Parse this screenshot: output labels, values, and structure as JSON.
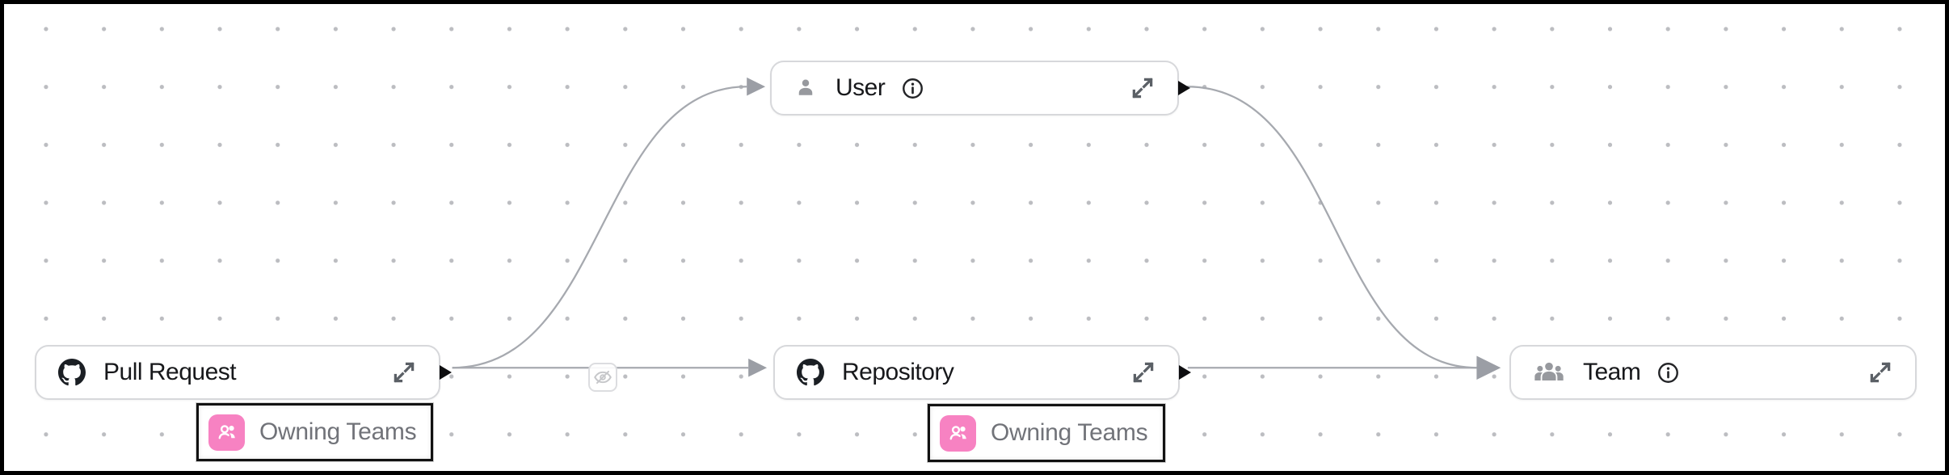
{
  "canvas": {
    "background": "#ffffff",
    "frame_color": "#000000",
    "grid_dot_color": "#bcbdc1"
  },
  "nodes": [
    {
      "id": "pull-request",
      "label": "Pull Request",
      "icon": "github-icon",
      "has_info": false,
      "has_expand": true
    },
    {
      "id": "user",
      "label": "User",
      "icon": "user-icon",
      "has_info": true,
      "has_expand": true
    },
    {
      "id": "repository",
      "label": "Repository",
      "icon": "github-icon",
      "has_info": false,
      "has_expand": true
    },
    {
      "id": "team",
      "label": "Team",
      "icon": "team-icon",
      "has_info": true,
      "has_expand": true
    }
  ],
  "edge_labels": [
    {
      "label": "Owning Teams",
      "icon": "owning-teams-icon",
      "icon_bg": "#f782c2",
      "attached_to": "pull-request"
    },
    {
      "label": "Owning Teams",
      "icon": "owning-teams-icon",
      "icon_bg": "#f782c2",
      "attached_to": "repository"
    }
  ],
  "edges": [
    {
      "from": "pull-request",
      "to": "user",
      "shape": "curve"
    },
    {
      "from": "pull-request",
      "to": "repository",
      "shape": "straight",
      "mid_icon": "eye-off-icon"
    },
    {
      "from": "user",
      "to": "team",
      "shape": "curve"
    },
    {
      "from": "repository",
      "to": "team",
      "shape": "straight"
    }
  ],
  "colors": {
    "edge": "#a6a9af",
    "arrowhead": "#9b9ea5",
    "source_handle": "#0e0e10",
    "node_border": "#d7d8db",
    "node_label": "#17181b",
    "muted_icon": "#97999e",
    "github_icon": "#1b1f24",
    "badge_text": "#717379",
    "badge_icon_bg": "#f782c2",
    "eye_off_glyph": "#c6c7ca"
  }
}
